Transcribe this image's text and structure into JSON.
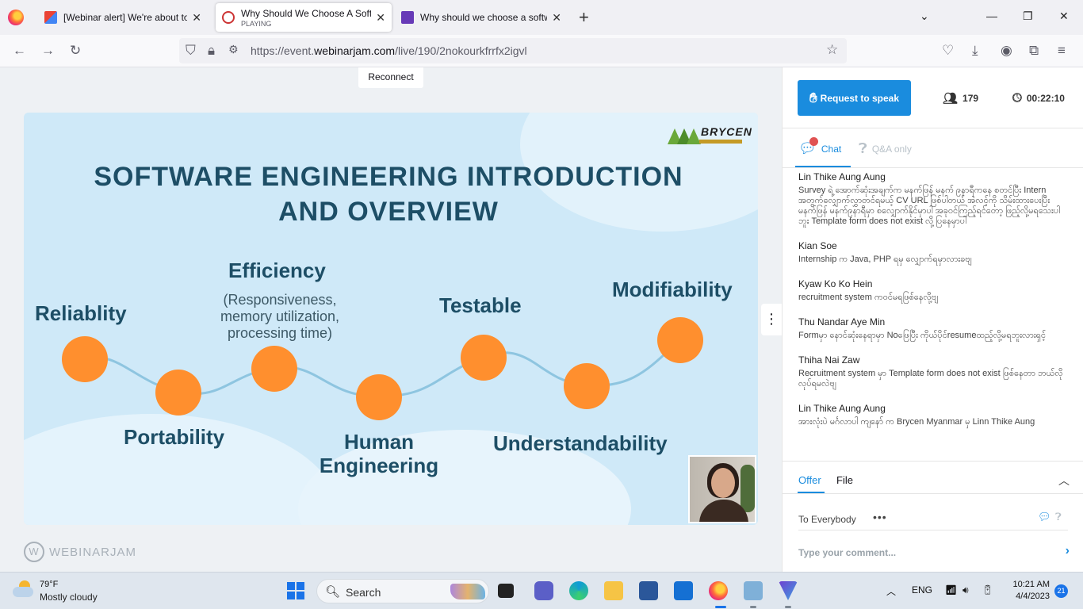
{
  "browser": {
    "tabs": [
      {
        "title": "[Webinar alert] We're about to s",
        "subtitle": ""
      },
      {
        "title": "Why Should We Choose A Softw",
        "subtitle": "PLAYING"
      },
      {
        "title": "Why should we choose a softwa",
        "subtitle": ""
      }
    ],
    "new_tab": "+",
    "window_controls": {
      "dropdown": "⌄",
      "minimize": "—",
      "restore": "❐",
      "close": "✕"
    },
    "close_glyph": "✕",
    "url_prefix": "https://event.",
    "url_domain": "webinarjam.com",
    "url_path": "/live/190/2nokourkfrrfx2igvl"
  },
  "page": {
    "reconnect_label": "Reconnect",
    "more_menu": "⋮",
    "slide": {
      "brand": "BRYCEN",
      "title_line1": "SOFTWARE ENGINEERING INTRODUCTION",
      "title_line2": "AND OVERVIEW",
      "items": {
        "reliability": "Reliablity",
        "portability": "Portability",
        "efficiency": "Efficiency",
        "efficiency_sub1": "(Responsiveness,",
        "efficiency_sub2": "memory utilization,",
        "efficiency_sub3": "processing time)",
        "human1": "Human",
        "human2": "Engineering",
        "testable": "Testable",
        "understandability": "Understandability",
        "modifiability": "Modifiability"
      },
      "accent_color": "#ff8f2e",
      "title_color": "#1d4e66"
    },
    "watermark": "WEBINARJAM"
  },
  "panel": {
    "request_label": "Request to speak",
    "attendees": "179",
    "elapsed": "00:22:10",
    "tab_chat": "Chat",
    "tab_qa": "Q&A only",
    "messages": [
      {
        "name": "Lin Thike Aung Aung",
        "text": "Survey ရဲ့ အောက်ဆုံးအချက်က မနက်ဖြန် မနက် ၉နာရီကနေ စတင်ပြီး Intern အတွက်လျှောက်လွှာတင်ရမယ့် CV URL ဖြစ်ပါတယ် အဲလင့်ကို သိမ်းထားပေးပြီး မနက်ဖြန် မနက်၉နာရီမှာ စလျှောက်နိုင်မှာပါ အခုဝင်ကြည့်ရင်တော့ ဖြည့်လို့မရသေးပါဘူး Template form does not exist လို့ပြနေမှာပါ"
      },
      {
        "name": "Kian Soe",
        "text": "Internship က Java, PHP ရမှ လျှောက်ရမှာလားခဗျ"
      },
      {
        "name": "Kyaw Ko Ko Hein",
        "text": "recruitment system ကဝင်မရဖြစ်နေလို့ဗျ"
      },
      {
        "name": "Thu Nandar Aye Min",
        "text": "Formမှာ နောင်ဆုံးနေရာမှာ Noဖြေပြီး ကိုယ်ပိုင်resumeထည့်လို့မရဘူးလားရှင့်"
      },
      {
        "name": "Thiha Nai Zaw",
        "text": "Recruitment system မှာ Template form does not exist ဖြစ်နေတာ ဘယ်လိုလုပ်ရမလဲဗျ"
      },
      {
        "name": "Lin Thike Aung Aung",
        "text": "အားလုံးပဲ မင်္ဂလာပါ ကျနော် က Brycen Myanmar မှ Linn Thike Aung"
      }
    ],
    "bottom_tab_offer": "Offer",
    "bottom_tab_file": "File",
    "to_label": "To Everybody",
    "comment_placeholder": "Type your comment...",
    "accent_color": "#1a8cde"
  },
  "taskbar": {
    "temp": "79°F",
    "condition": "Mostly cloudy",
    "search_label": "Search",
    "language": "ENG",
    "time": "10:21 AM",
    "date": "4/4/2023",
    "notifications": "21"
  }
}
